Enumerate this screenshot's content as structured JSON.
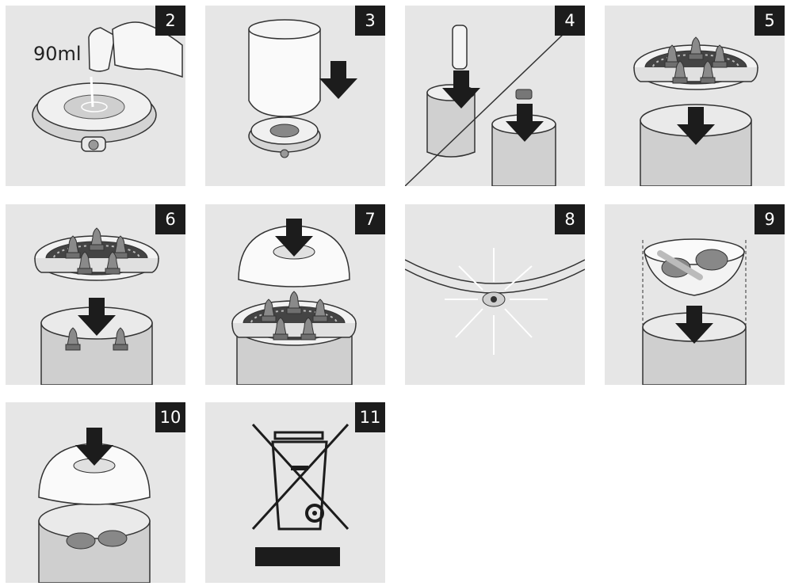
{
  "steps": [
    {
      "number": "2",
      "label": "90ml"
    },
    {
      "number": "3"
    },
    {
      "number": "4"
    },
    {
      "number": "5"
    },
    {
      "number": "6"
    },
    {
      "number": "7"
    },
    {
      "number": "8"
    },
    {
      "number": "9"
    },
    {
      "number": "10"
    },
    {
      "number": "11"
    }
  ],
  "colors": {
    "panel_bg": "#e6e6e6",
    "badge_bg": "#1c1c1c",
    "badge_text": "#ffffff",
    "outline": "#333333"
  },
  "icons": {
    "step2": "pour-water-into-base-icon",
    "step3": "place-reservoir-on-base-icon",
    "step4": "insert-bottle-parts-icon",
    "step5": "place-rack-with-teats-icon",
    "step6": "stack-second-rack-icon",
    "step7": "place-lid-on-sterilizer-icon",
    "step8": "power-indicator-light-icon",
    "step9": "place-food-bowl-icon",
    "step10": "place-lid-over-food-icon",
    "step11": "crossed-out-wheelie-bin-icon"
  }
}
